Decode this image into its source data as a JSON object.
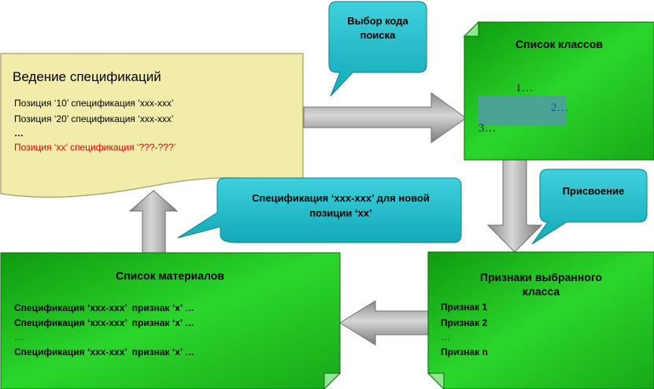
{
  "spec_doc": {
    "title": "Ведение спецификаций",
    "lines": [
      "Позиция ‘10’ спецификация ‘xxx-xxx’",
      "Позиция ‘20’ спецификация ‘xxx-xxx’",
      "…"
    ],
    "highlight_line": "Позиция ‘xx’ спецификация ‘???-???’",
    "highlight_color": "#e00000",
    "paper_color": "#f2ecab"
  },
  "class_list": {
    "title": "Список классов",
    "items": [
      "1…",
      "2…",
      "3…"
    ],
    "selected_index": 1,
    "selection_color": "#4f9e9e"
  },
  "features": {
    "title_line1": "Признаки выбранного",
    "title_line2": "класса",
    "items": [
      "Признак 1",
      "Признак 2",
      "…",
      "Признак n"
    ]
  },
  "materials": {
    "title": "Список материалов",
    "items": [
      "Спецификация ‘xxx-xxx’  признак ‘x’ …",
      "Спецификация ‘xxx-xxx’  признак ‘x’ …",
      "…",
      "Спецификация ‘xxx-xxx’  признак ‘x’ …"
    ]
  },
  "callouts": {
    "search_code_line1": "Выбор кода",
    "search_code_line2": "поиска",
    "assignment": "Присвоение",
    "new_spec_line1": "Спецификация ‘xxx-xxx’ для новой",
    "new_spec_line2": "позиции ‘xx’"
  },
  "colors": {
    "green": "#1fbf1f",
    "callout": "#1ab8c8",
    "arrow": "#999999"
  }
}
